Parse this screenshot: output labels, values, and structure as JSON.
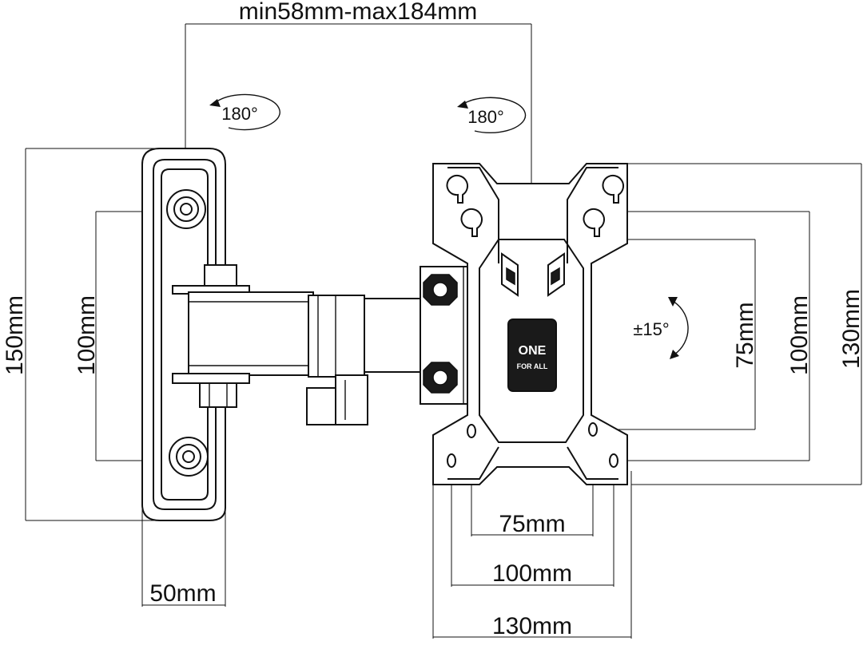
{
  "dimensions": {
    "arm_extension": "min58mm-max184mm",
    "wall_plate_height": "150mm",
    "wall_plate_holes": "100mm",
    "wall_plate_width": "50mm",
    "vesa_h_75": "75mm",
    "vesa_h_100": "100mm",
    "vesa_h_130": "130mm",
    "vesa_v_75": "75mm",
    "vesa_v_100": "100mm",
    "vesa_v_130": "130mm"
  },
  "rotations": {
    "wall_swivel": "180°",
    "head_swivel": "180°",
    "tilt": "±15°"
  },
  "logo": {
    "line1": "ONE",
    "line2": "FOR ALL"
  }
}
